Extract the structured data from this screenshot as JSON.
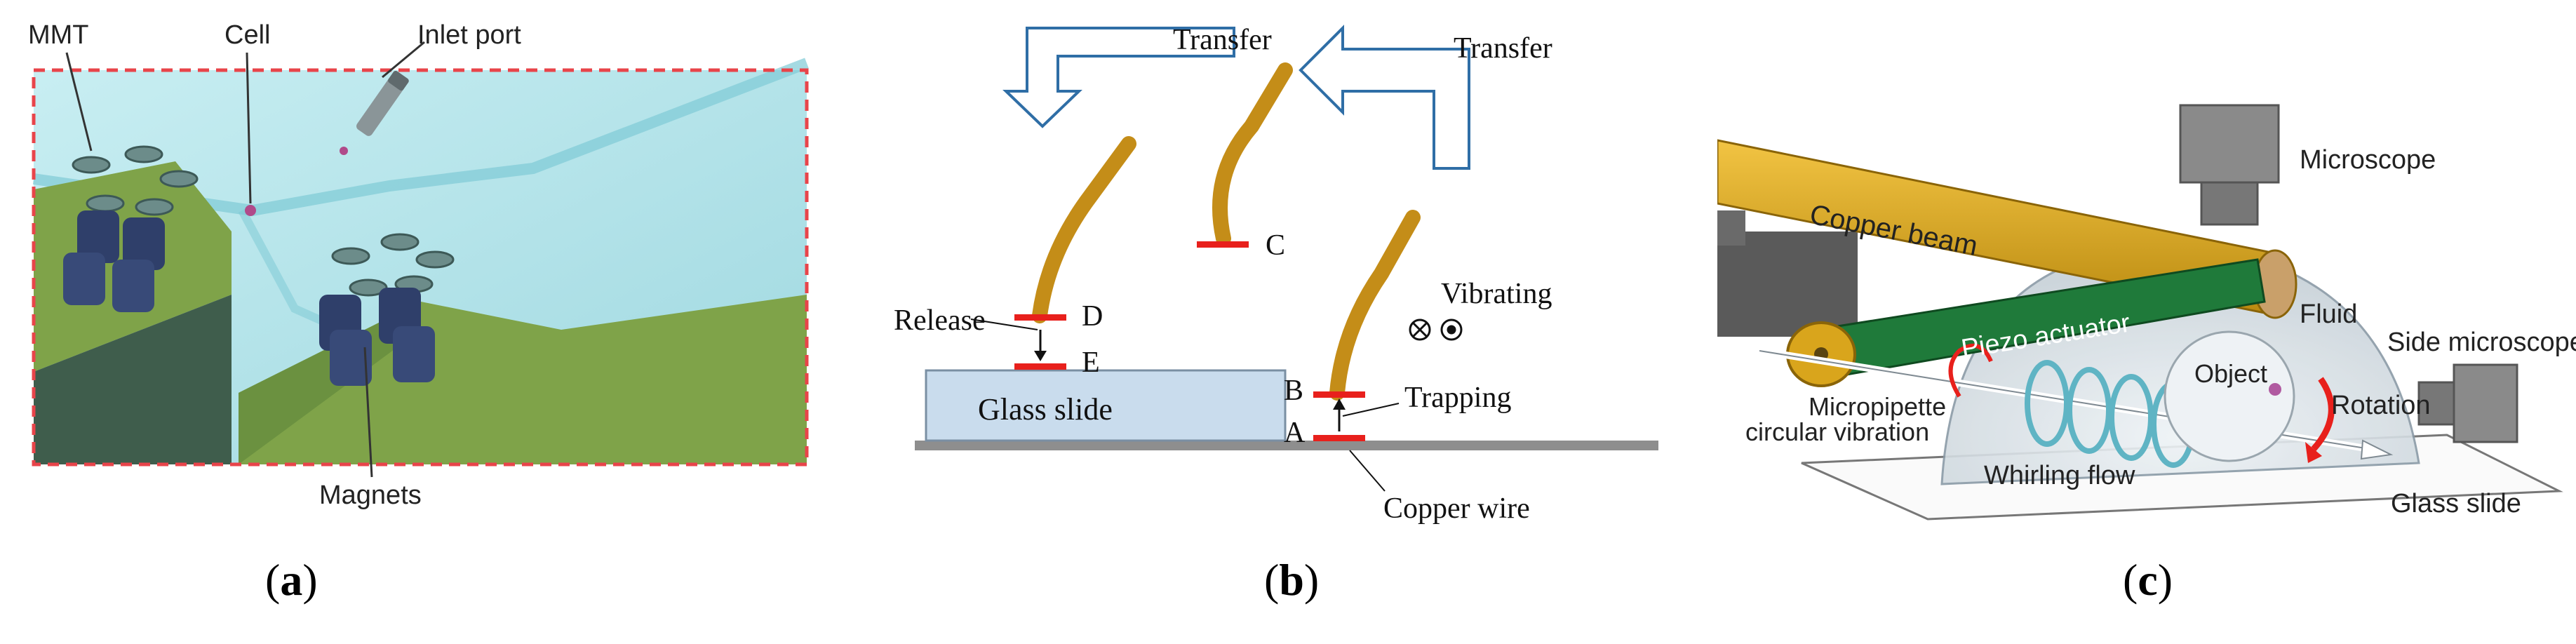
{
  "panels": [
    {
      "caption_open": "(",
      "caption_letter": "a",
      "caption_close": ")",
      "labels": {
        "mmt": "MMT",
        "cell": "Cell",
        "inlet_port": "Inlet port",
        "magnets": "Magnets"
      }
    },
    {
      "caption_open": "(",
      "caption_letter": "b",
      "caption_close": ")",
      "labels": {
        "transfer_left": "Transfer",
        "transfer_right": "Transfer",
        "release": "Release",
        "glass_slide": "Glass slide",
        "vibrating": "Vibrating",
        "trapping": "Trapping",
        "copper_wire": "Copper wire",
        "a": "A",
        "b": "B",
        "c": "C",
        "d": "D",
        "e": "E"
      }
    },
    {
      "caption_open": "(",
      "caption_letter": "c",
      "caption_close": ")",
      "labels": {
        "microscope": "Microscope",
        "copper_beam": "Copper beam",
        "fluid": "Fluid",
        "piezo_actuator": "Piezo actuator",
        "side_microscope": "Side microscope",
        "object": "Object",
        "rotation": "Rotation",
        "micropipette": "Micropipette",
        "circular_vibration": "circular vibration",
        "whirling_flow": "Whirling flow",
        "glass_slide": "Glass slide"
      }
    }
  ],
  "colors": {
    "dashed_border": "#e8444a",
    "fluid_cyan": "#aee3ea",
    "platform_green": "#6f9a3c",
    "copper": "#d9a51c",
    "piezo_green": "#1f7a3a",
    "red_marker": "#e8201c",
    "arrow_blue": "#2f6ea6"
  }
}
